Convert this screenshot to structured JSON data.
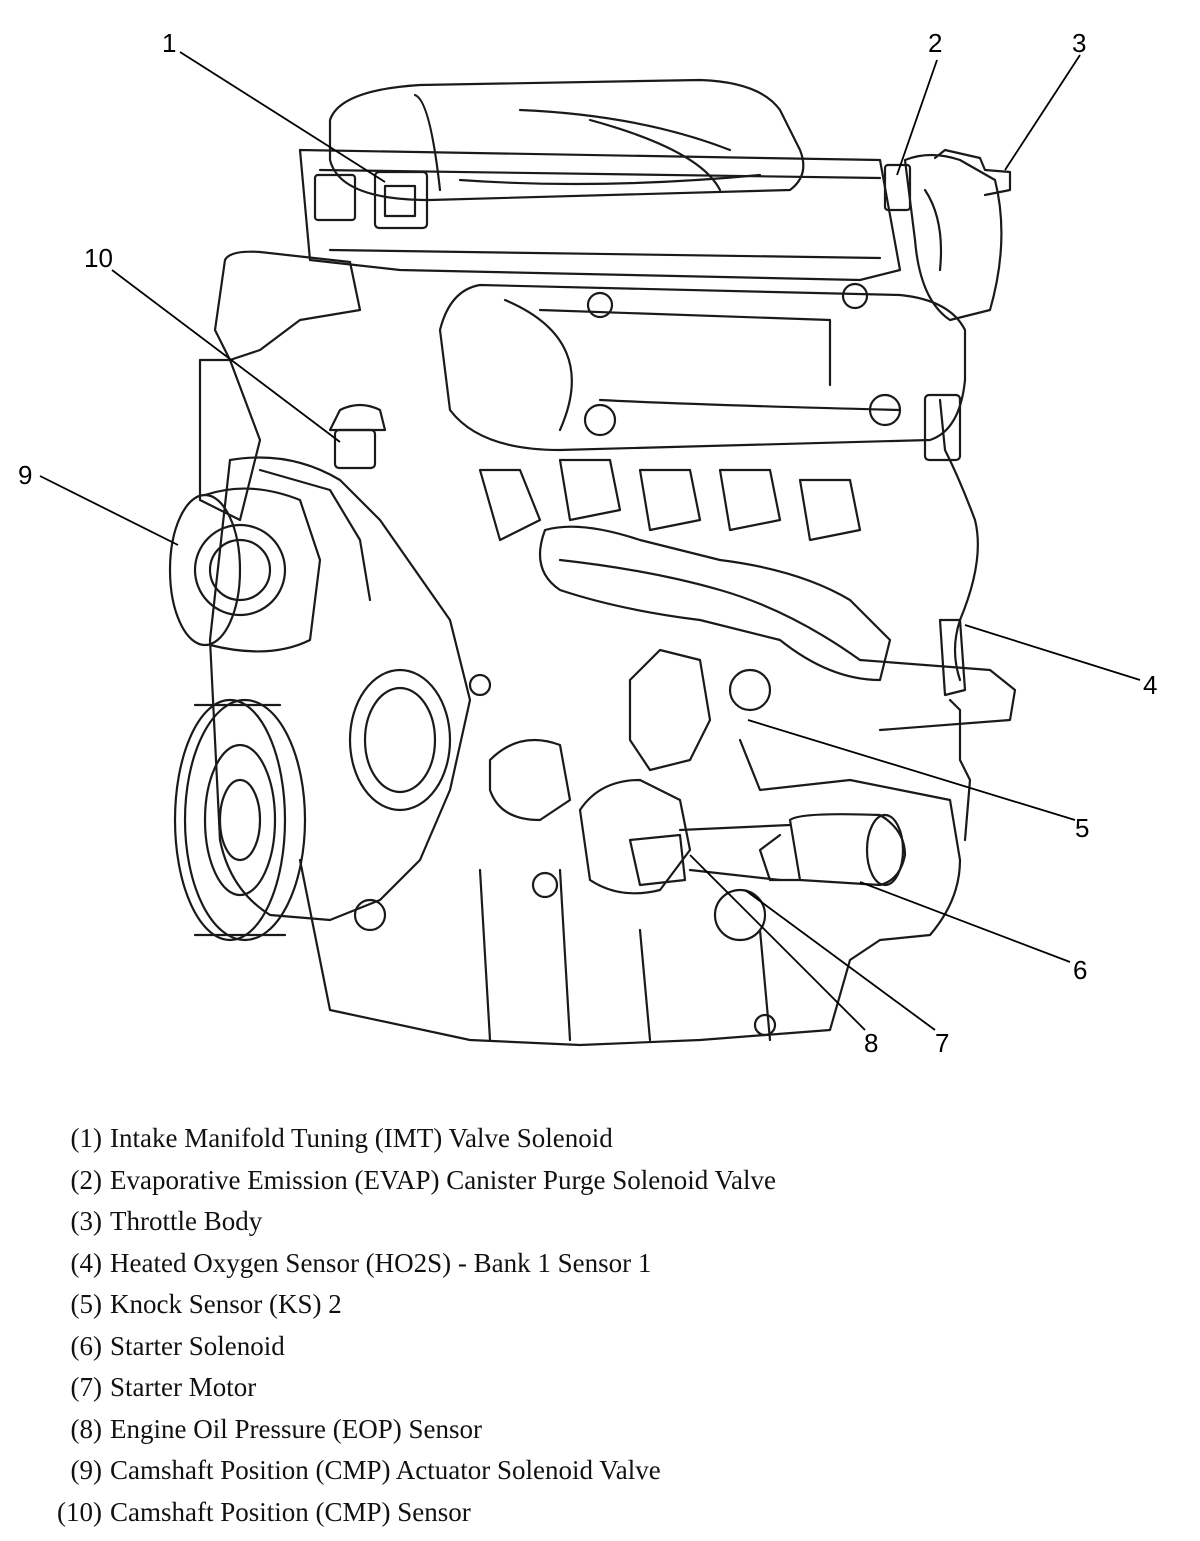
{
  "callouts": [
    "1",
    "2",
    "3",
    "4",
    "5",
    "6",
    "7",
    "8",
    "9",
    "10"
  ],
  "legend": [
    {
      "num": "(1)",
      "text": "Intake Manifold Tuning (IMT) Valve Solenoid"
    },
    {
      "num": "(2)",
      "text": "Evaporative Emission (EVAP) Canister Purge Solenoid Valve"
    },
    {
      "num": "(3)",
      "text": "Throttle Body"
    },
    {
      "num": "(4)",
      "text": "Heated Oxygen Sensor (HO2S) - Bank 1 Sensor 1"
    },
    {
      "num": "(5)",
      "text": "Knock Sensor (KS) 2"
    },
    {
      "num": "(6)",
      "text": "Starter Solenoid"
    },
    {
      "num": "(7)",
      "text": "Starter Motor"
    },
    {
      "num": "(8)",
      "text": "Engine Oil Pressure (EOP) Sensor"
    },
    {
      "num": "(9)",
      "text": "Camshaft Position (CMP) Actuator Solenoid Valve"
    },
    {
      "num": "(10)",
      "text": "Camshaft Position (CMP) Sensor"
    }
  ],
  "colors": {
    "line": "#1a1a1a",
    "background": "#ffffff"
  },
  "icon": "engine-line-drawing"
}
